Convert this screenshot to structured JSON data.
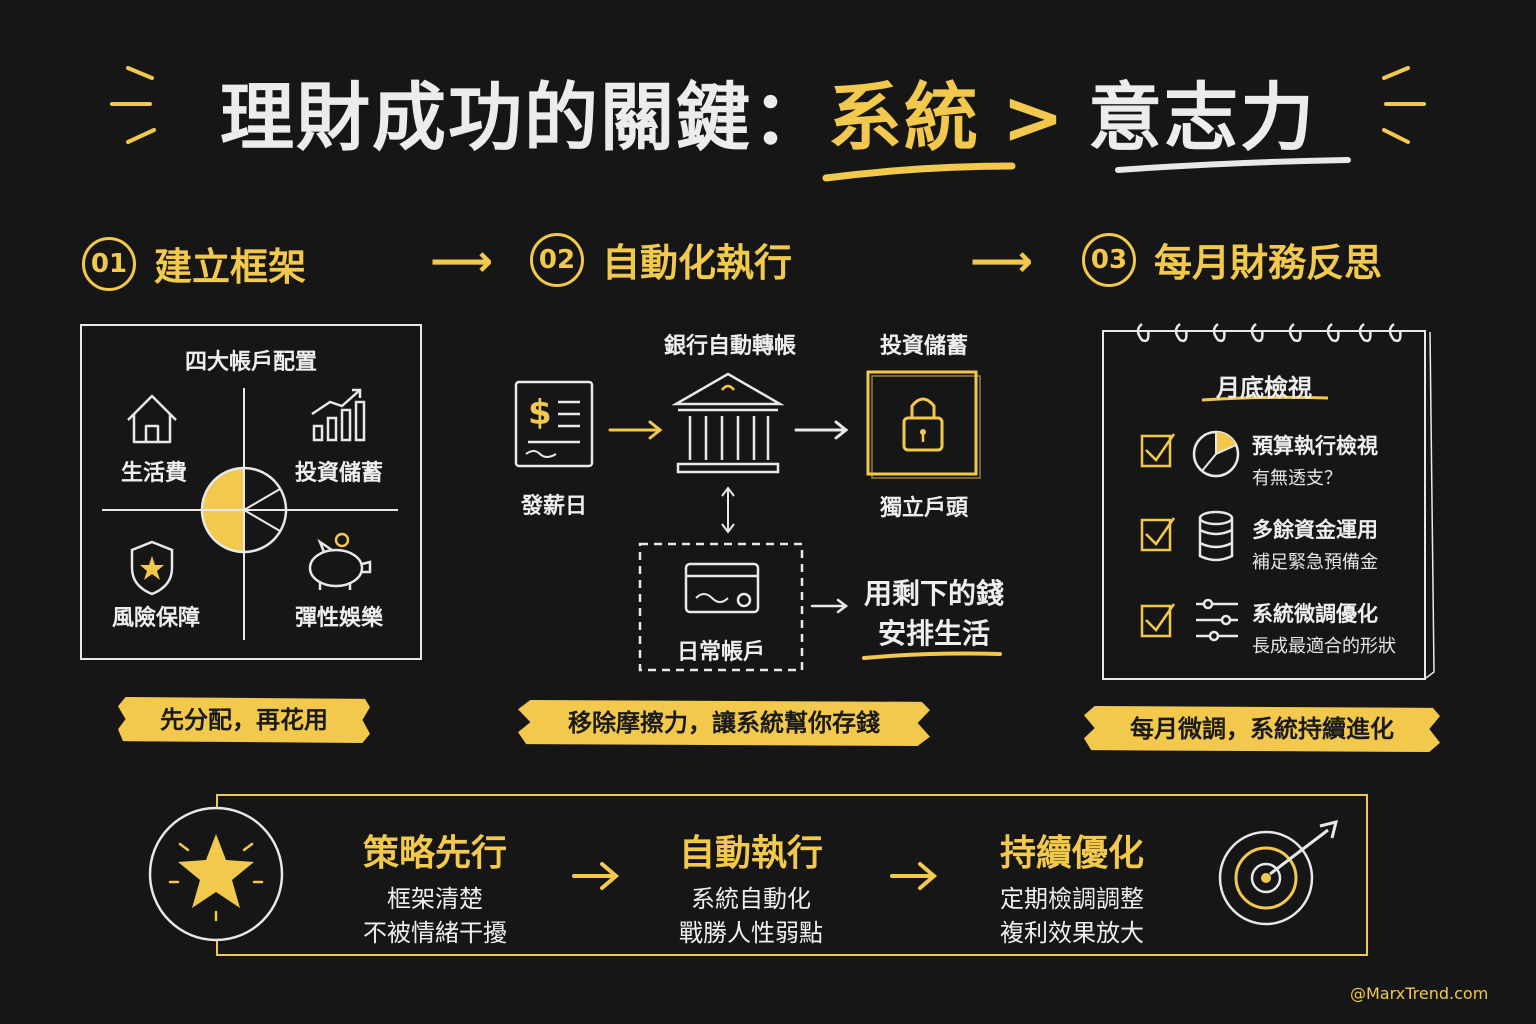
{
  "title": {
    "part1": "理財成功的關鍵：",
    "part2": "系統",
    "sep": ">",
    "part3": "意志力"
  },
  "steps": [
    {
      "num": "01",
      "title": "建立框架",
      "box_title": "四大帳戶配置",
      "quadrants": [
        "生活費",
        "投資儲蓄",
        "風險保障",
        "彈性娛樂"
      ],
      "banner": "先分配，再花用"
    },
    {
      "num": "02",
      "title": "自動化執行",
      "payday": "發薪日",
      "bank_label": "銀行自動轉帳",
      "invest_label": "投資儲蓄",
      "separate_account": "獨立戶頭",
      "daily_account": "日常帳戶",
      "remaining_line1": "用剩下的錢",
      "remaining_line2": "安排生活",
      "banner": "移除摩擦力，讓系統幫你存錢"
    },
    {
      "num": "03",
      "title": "每月財務反思",
      "card_title": "月底檢視",
      "items": [
        {
          "main": "預算執行檢視",
          "sub": "有無透支？"
        },
        {
          "main": "多餘資金運用",
          "sub": "補足緊急預備金"
        },
        {
          "main": "系統微調優化",
          "sub": "長成最適合的形狀"
        }
      ],
      "banner": "每月微調，系統持續進化"
    }
  ],
  "summary": [
    {
      "title": "策略先行",
      "line1": "框架清楚",
      "line2": "不被情緒干擾"
    },
    {
      "title": "自動執行",
      "line1": "系統自動化",
      "line2": "戰勝人性弱點"
    },
    {
      "title": "持續優化",
      "line1": "定期檢調調整",
      "line2": "複利效果放大"
    }
  ],
  "credit": "@MarxTrend.com",
  "colors": {
    "accent": "#f2c94c",
    "background": "#161616",
    "line": "#e8e8e8"
  },
  "icons": [
    "house-icon",
    "growth-chart-icon",
    "shield-icon",
    "piggy-bank-icon",
    "paycheck-icon",
    "bank-icon",
    "lock-icon",
    "credit-card-icon",
    "pie-chart-icon",
    "database-icon",
    "sliders-icon",
    "star-icon",
    "target-icon",
    "checkbox-icon"
  ]
}
